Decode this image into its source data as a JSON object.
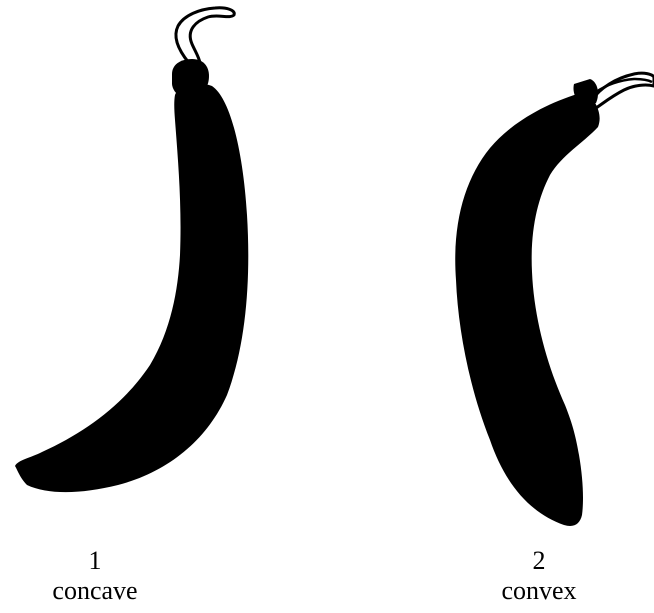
{
  "items": [
    {
      "number": "1",
      "label": "concave"
    },
    {
      "number": "2",
      "label": "convex"
    }
  ],
  "colors": {
    "silhouette": "#000000",
    "background": "#ffffff"
  }
}
